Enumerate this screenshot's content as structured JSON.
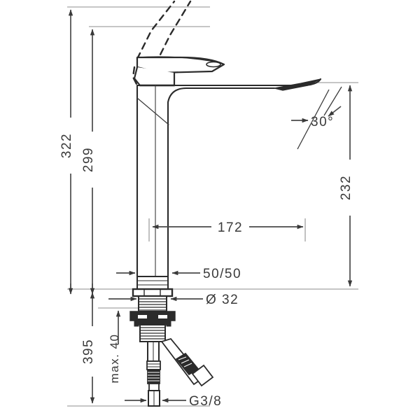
{
  "drawing": {
    "title": "Single lever basin mixer technical dimension drawing",
    "product": "basin-mixer-faucet",
    "units": "mm",
    "background_color": "#ffffff",
    "line_color": "#2b2b2b",
    "dim_line_color": "#4a4a4a",
    "text_color": "#3a3a3a"
  },
  "dimensions": {
    "height_total": "322",
    "height_lever": "299",
    "spout_height": "232",
    "spout_reach": "172",
    "deck_thickness": "50/50",
    "hole_diameter": "Ø 32",
    "hose_length": "395",
    "max_deck": "max. 40",
    "thread": "G3/8",
    "lever_angle": "30°"
  },
  "labels": [
    {
      "id": "dim-322",
      "text": "322",
      "orientation": "vertical"
    },
    {
      "id": "dim-299",
      "text": "299",
      "orientation": "vertical"
    },
    {
      "id": "dim-232",
      "text": "232",
      "orientation": "vertical"
    },
    {
      "id": "dim-172",
      "text": "172",
      "orientation": "horizontal"
    },
    {
      "id": "dim-5050",
      "text": "50/50",
      "orientation": "horizontal"
    },
    {
      "id": "dim-dia32",
      "text": "Ø 32",
      "orientation": "horizontal"
    },
    {
      "id": "dim-395",
      "text": "395",
      "orientation": "vertical"
    },
    {
      "id": "dim-max40",
      "text": "max. 40",
      "orientation": "vertical"
    },
    {
      "id": "dim-g38",
      "text": "G3/8",
      "orientation": "horizontal"
    },
    {
      "id": "dim-angle30",
      "text": "30°",
      "orientation": "horizontal"
    }
  ]
}
